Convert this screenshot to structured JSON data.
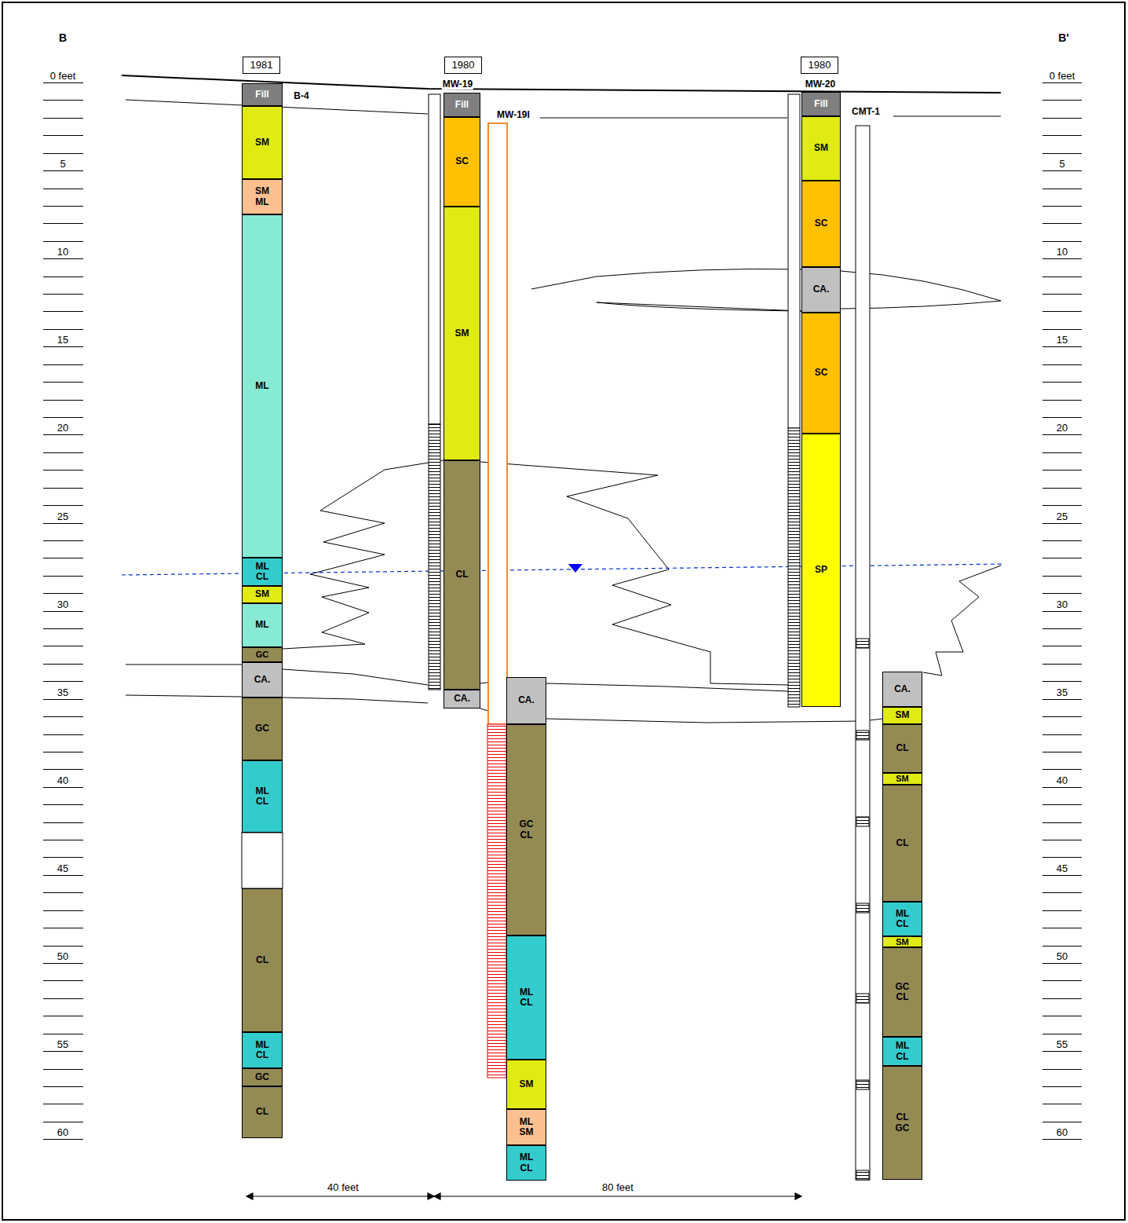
{
  "diagram": {
    "nodes": [
      {
        "text": [
          "1981"
        ]
      },
      {
        "text": [
          "1980"
        ]
      },
      {
        "text": [
          "1980"
        ]
      },
      {
        "text": [
          "Fill"
        ]
      },
      {
        "text": [
          "SM"
        ]
      },
      {
        "text": [
          "SM ML"
        ]
      },
      {
        "text": [
          "ML"
        ]
      },
      {
        "text": [
          "ML CL"
        ]
      },
      {
        "text": [
          "SM"
        ]
      },
      {
        "text": [
          "ML"
        ]
      },
      {
        "text": [
          "GC"
        ]
      },
      {
        "text": [
          "CA."
        ]
      },
      {
        "text": [
          "GC"
        ]
      },
      {
        "text": [
          "ML CL"
        ]
      },
      {
        "text": [
          "CL"
        ]
      },
      {
        "text": [
          "ML CL"
        ]
      },
      {
        "text": [
          "GC"
        ]
      },
      {
        "text": [
          "CL"
        ]
      },
      {
        "text": [
          "Fill"
        ]
      },
      {
        "text": [
          "SC"
        ]
      },
      {
        "text": [
          "SM"
        ]
      },
      {
        "text": [
          "CL"
        ]
      },
      {
        "text": [
          "CA."
        ]
      },
      {
        "text": [
          "CA."
        ]
      },
      {
        "text": [
          "GC CL"
        ]
      },
      {
        "text": [
          "ML CL"
        ]
      },
      {
        "text": [
          "SM"
        ]
      },
      {
        "text": [
          "ML SM"
        ]
      },
      {
        "text": [
          "ML CL"
        ]
      },
      {
        "text": [
          "Fill"
        ]
      },
      {
        "text": [
          "SM"
        ]
      },
      {
        "text": [
          "SC"
        ]
      },
      {
        "text": [
          "CA."
        ]
      },
      {
        "text": [
          "SC"
        ]
      },
      {
        "text": [
          "SP"
        ]
      },
      {
        "text": [
          "CA."
        ]
      },
      {
        "text": [
          "SM"
        ]
      },
      {
        "text": [
          "CL"
        ]
      },
      {
        "text": [
          "SM"
        ]
      },
      {
        "text": [
          "CL"
        ]
      },
      {
        "text": [
          "ML CL"
        ]
      },
      {
        "text": [
          "SM"
        ]
      },
      {
        "text": [
          "GC CL"
        ]
      },
      {
        "text": [
          "ML CL"
        ]
      },
      {
        "text": [
          "CL GC"
        ]
      }
    ],
    "labels": [
      "B",
      "B'",
      "B-4",
      "MW-19",
      "MW-19I",
      "MW-20",
      "CMT-1",
      "0 feet",
      "5",
      "10",
      "15",
      "20",
      "25",
      "30",
      "35",
      "40",
      "45",
      "50",
      "55",
      "60",
      "0 feet",
      "5",
      "10",
      "15",
      "20",
      "25",
      "30",
      "35",
      "40",
      "45",
      "50",
      "55",
      "60",
      "40 feet",
      "80 feet"
    ]
  }
}
